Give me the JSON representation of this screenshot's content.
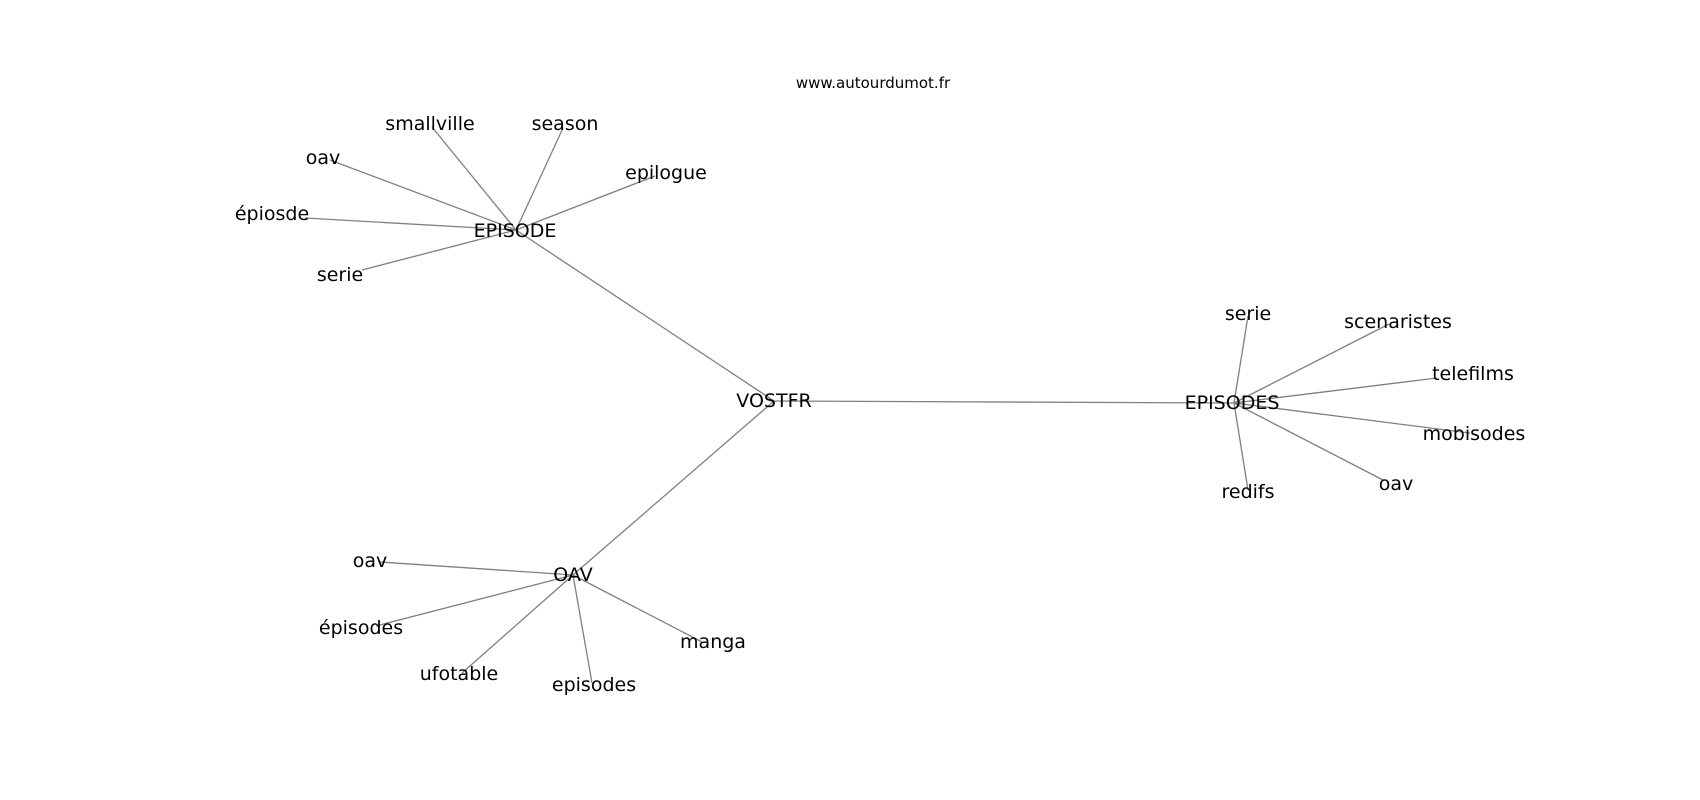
{
  "title": "www.autourdumot.fr",
  "chart_data": {
    "type": "network",
    "nodes": [
      "VOSTFR",
      "EPISODE",
      "smallville",
      "season",
      "oav",
      "epilogue",
      "épiosde",
      "serie",
      "EPISODES",
      "serie",
      "scenaristes",
      "telefilms",
      "mobisodes",
      "oav",
      "redifs",
      "OAV",
      "oav",
      "épisodes",
      "ufotable",
      "episodes",
      "manga"
    ],
    "edges": [
      [
        0,
        1
      ],
      [
        0,
        8
      ],
      [
        0,
        15
      ],
      [
        1,
        2
      ],
      [
        1,
        3
      ],
      [
        1,
        4
      ],
      [
        1,
        5
      ],
      [
        1,
        6
      ],
      [
        1,
        7
      ],
      [
        8,
        9
      ],
      [
        8,
        10
      ],
      [
        8,
        11
      ],
      [
        8,
        12
      ],
      [
        8,
        13
      ],
      [
        8,
        14
      ],
      [
        15,
        16
      ],
      [
        15,
        17
      ],
      [
        15,
        18
      ],
      [
        15,
        19
      ],
      [
        15,
        20
      ]
    ]
  }
}
